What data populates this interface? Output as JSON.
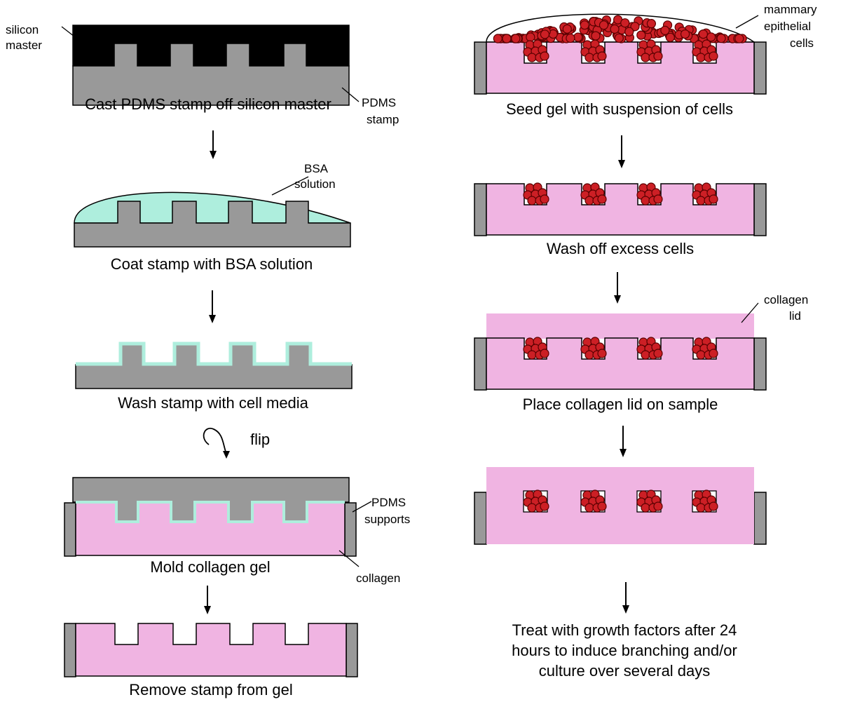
{
  "steps": {
    "cast": "Cast PDMS stamp off silicon master",
    "coat": "Coat stamp with BSA solution",
    "wash": "Wash stamp with cell media",
    "flip": "flip",
    "mold": "Mold collagen gel",
    "remove": "Remove stamp from gel",
    "seed": "Seed gel with suspension of cells",
    "wash_cells": "Wash off excess cells",
    "lid": "Place collagen lid on sample",
    "treat_line1": "Treat with growth factors after 24",
    "treat_line2": "hours to induce branching and/or",
    "treat_line3": "culture over several days"
  },
  "labels": {
    "silicon_1": "silicon",
    "silicon_2": "master",
    "pdms_1": "PDMS",
    "pdms_2": "stamp",
    "bsa_1": "BSA",
    "bsa_2": "solution",
    "supports_1": "PDMS",
    "supports_2": "supports",
    "collagen": "collagen",
    "cells_1": "mammary",
    "cells_2": "epithelial",
    "cells_3": "cells",
    "lid_1": "collagen",
    "lid_2": "lid"
  },
  "colors": {
    "pdms": "#999999",
    "silicon": "#000000",
    "collagen": "#f0b4e2",
    "bsa": "#aeeedd",
    "cell": "#cc1f25"
  }
}
